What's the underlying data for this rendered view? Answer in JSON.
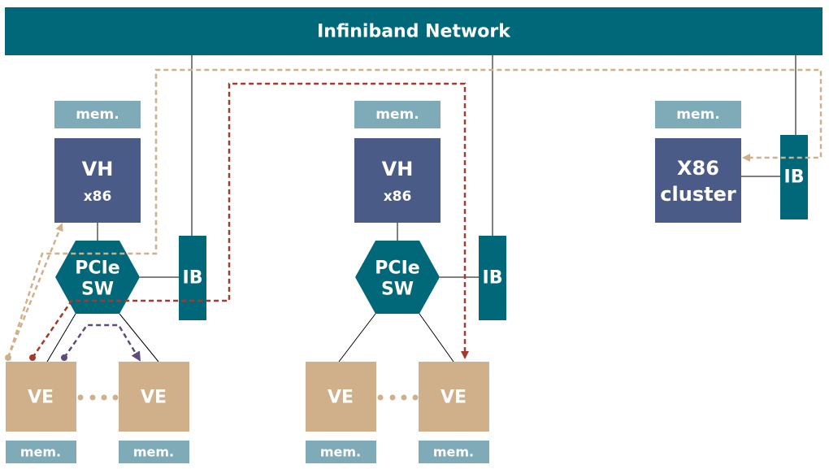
{
  "network": {
    "label": "Infiniband Network"
  },
  "labels": {
    "mem": "mem.",
    "vh": "VH",
    "x86": "x86",
    "pcie_1": "PCIe",
    "pcie_2": "SW",
    "ib": "IB",
    "ve": "VE",
    "cluster_1": "X86",
    "cluster_2": "cluster"
  },
  "colors": {
    "network": "#006878",
    "mem": "#7faab8",
    "vh": "#4a5b87",
    "pcie": "#006878",
    "ib": "#006878",
    "ve": "#cfb08a",
    "path_tan": "#cfb08a",
    "path_red": "#a43a2c",
    "path_purple": "#5e4b7a"
  }
}
